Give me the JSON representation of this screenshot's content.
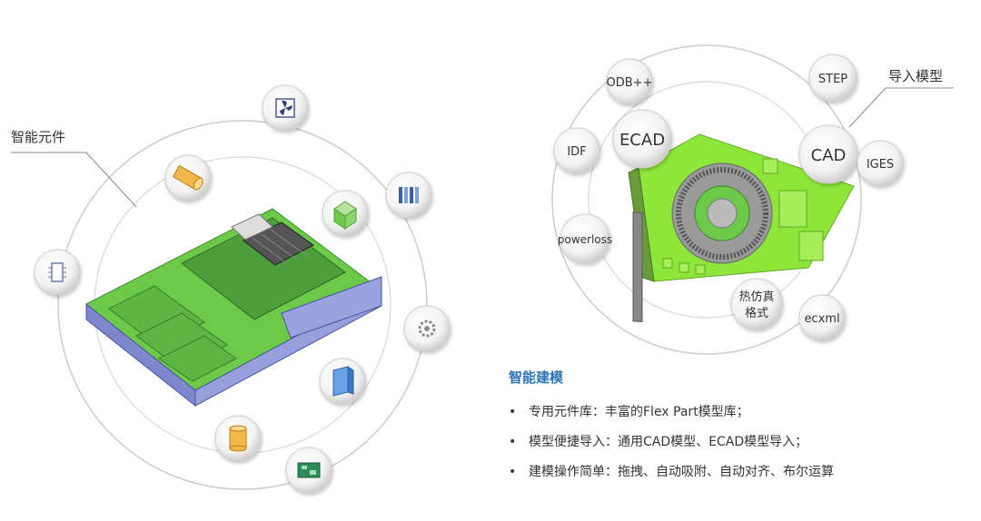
{
  "left_diagram": {
    "callout": "智能元件",
    "icons": [
      "fan-icon",
      "cylinder-icon",
      "cube-icon",
      "heatsink-icon",
      "chip-icon",
      "gear-icon",
      "panel-icon",
      "barrel-icon",
      "board-icon"
    ]
  },
  "right_diagram": {
    "callout": "导入模型",
    "formats": {
      "odb": "ODB++",
      "step": "STEP",
      "ecad": "ECAD",
      "cad": "CAD",
      "idf": "IDF",
      "iges": "IGES",
      "powerloss": "powerloss",
      "thermal_line1": "热仿真",
      "thermal_line2": "格式",
      "ecxml": "ecxml"
    }
  },
  "features": {
    "title": "智能建模",
    "items": [
      "专用元件库：丰富的Flex Part模型库；",
      "模型便捷导入：通用CAD模型、ECAD模型导入；",
      "建模操作简单：拖拽、自动吸附、自动对齐、布尔运算"
    ]
  },
  "colors": {
    "pcb_green": "#6dc94a",
    "board_green": "#8ee63a",
    "enclosure_blue": "#8a93d4",
    "title_blue": "#2e75b6",
    "ring_gray": "#c8c8c8"
  }
}
